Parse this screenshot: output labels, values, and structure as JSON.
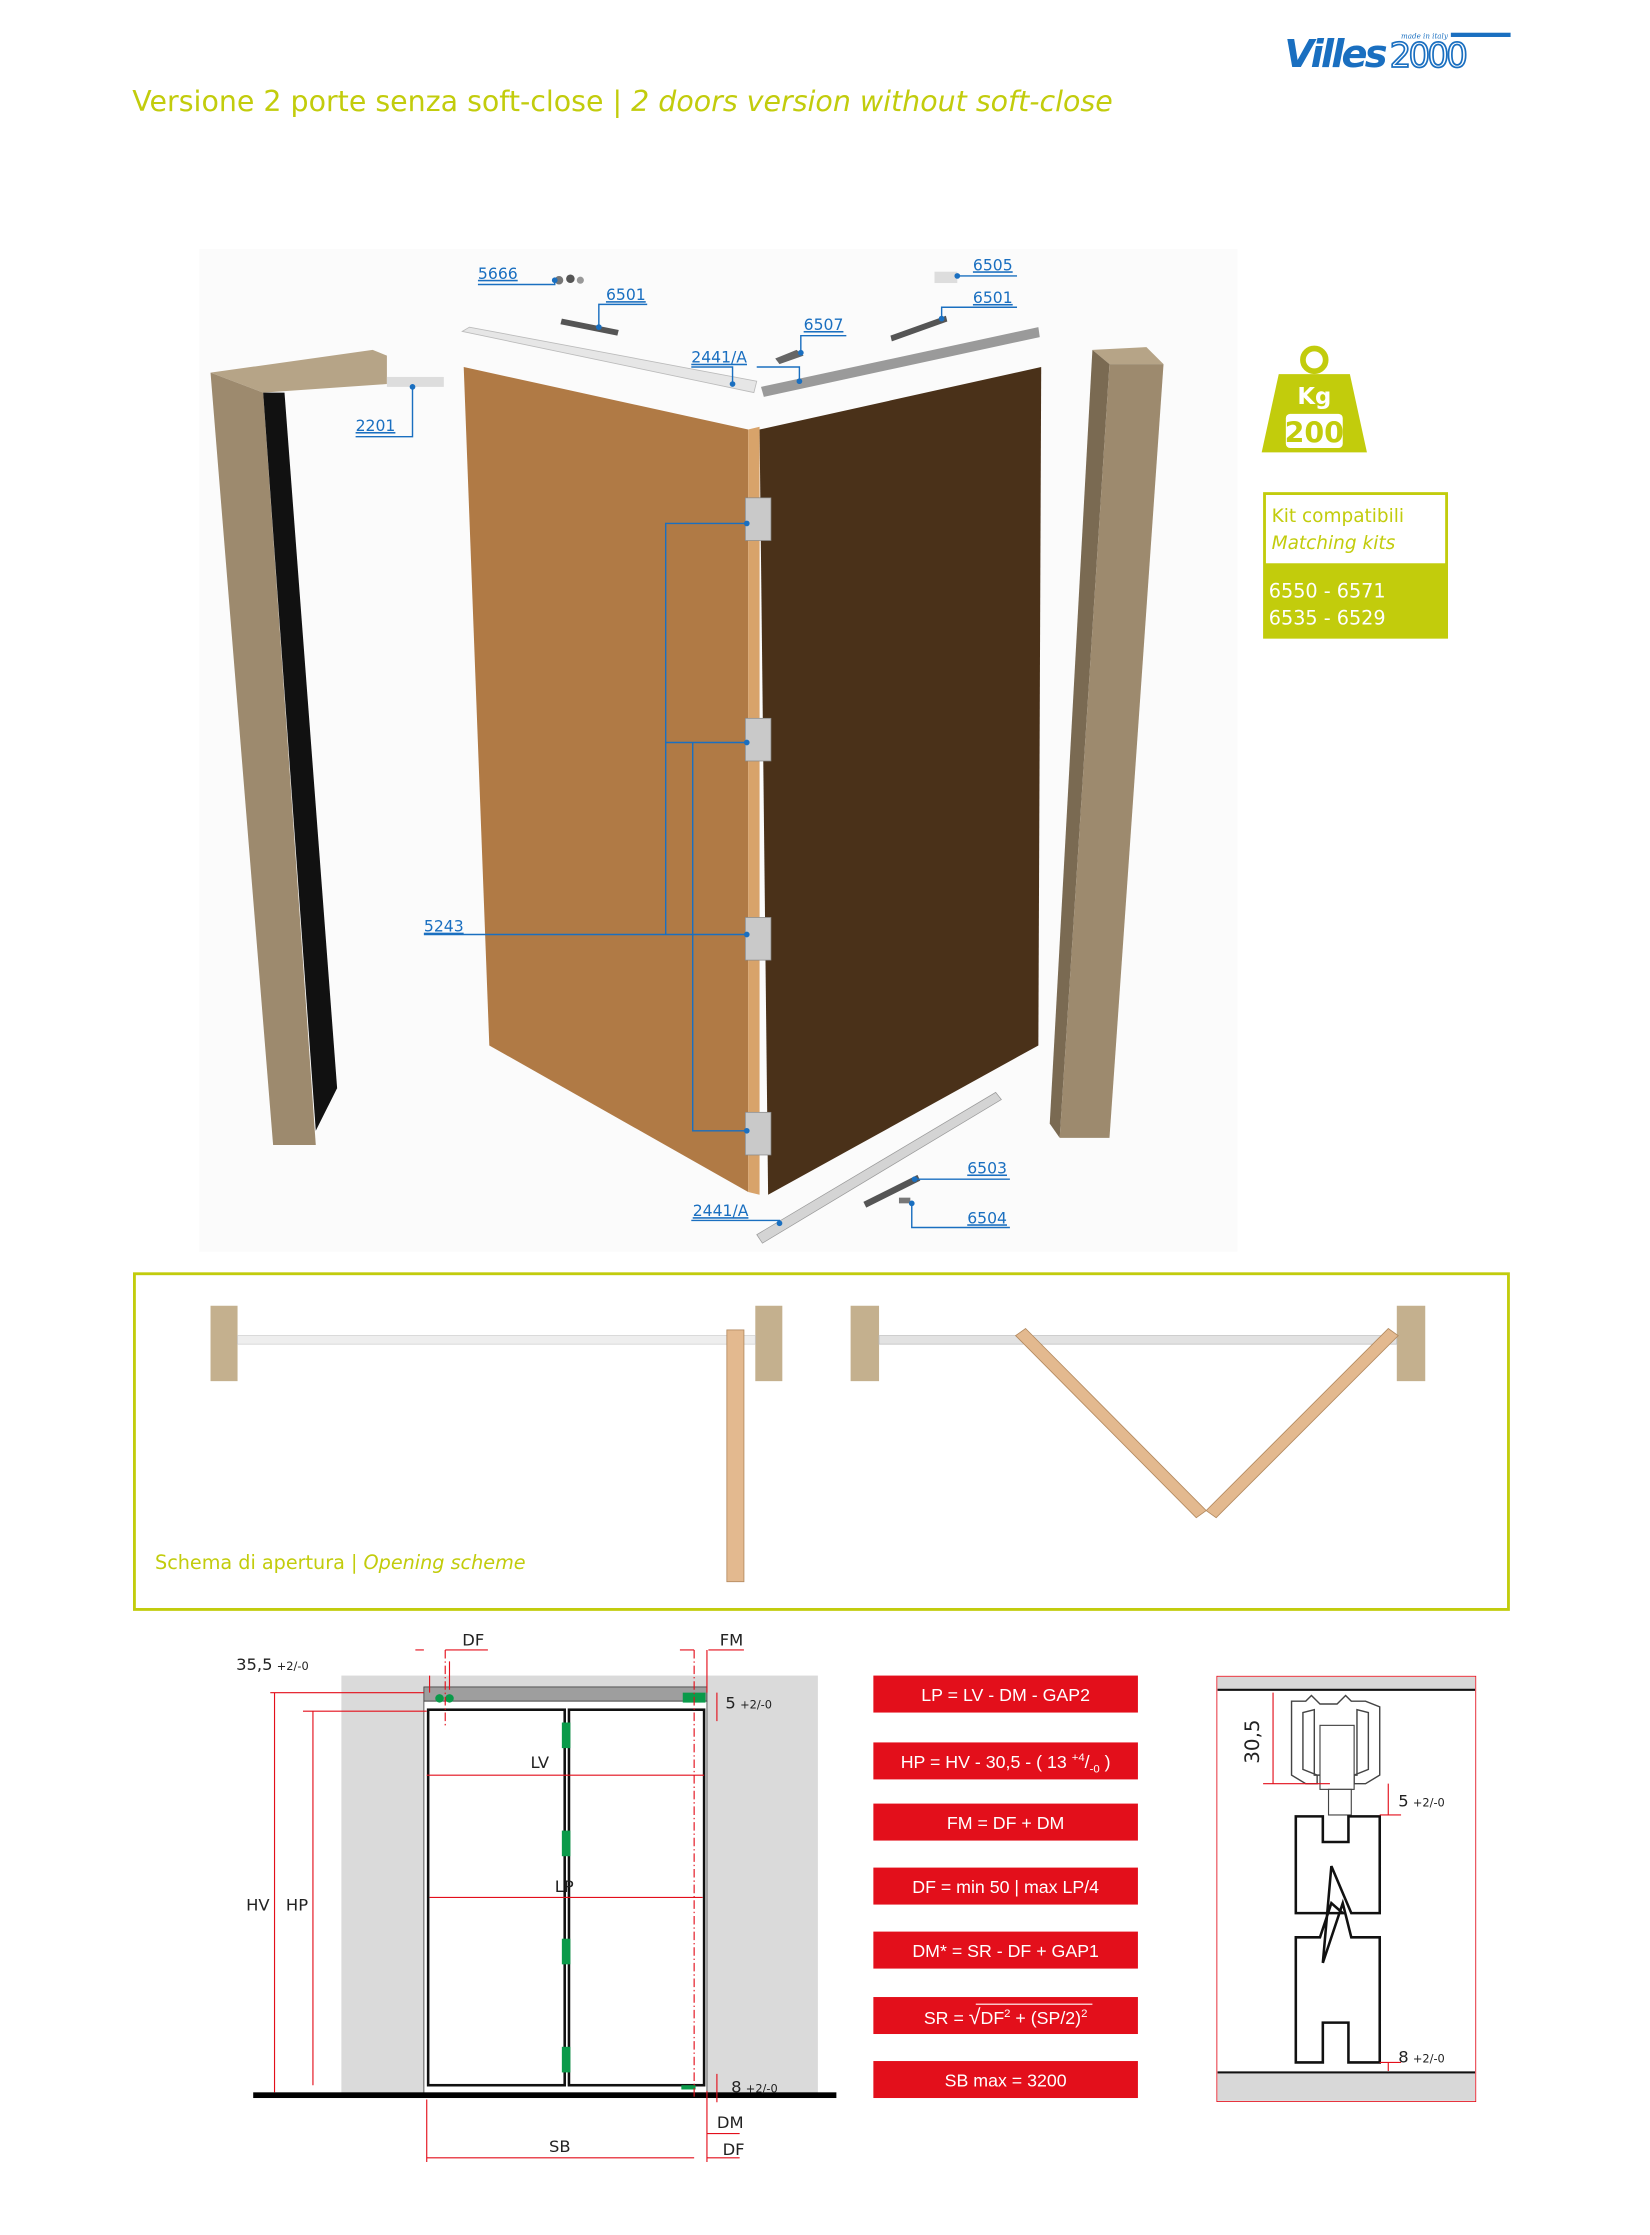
{
  "header": {
    "title_it": "Versione 2 porte senza soft-close",
    "title_sep": " | ",
    "title_en": "2 doors version without soft-close",
    "logo": {
      "brand": "Villes",
      "number": "2000",
      "tagline": "made in italy"
    }
  },
  "colors": {
    "accent": "#c2cc0c",
    "label_blue": "#1a6fc0",
    "formula_red": "#e30f1b",
    "logo_blue": "#1a6fc0"
  },
  "exploded_view": {
    "labels": {
      "l5666": "5666",
      "l6501a": "6501",
      "l6505": "6505",
      "l6501b": "6501",
      "l6507": "6507",
      "l2441a_top": "2441/A",
      "l2201": "2201",
      "l5243": "5243",
      "l6503": "6503",
      "l6504": "6504",
      "l2441a_bottom": "2441/A"
    }
  },
  "weight_badge": {
    "unit": "Kg",
    "value": "200",
    "icon": "weight-icon"
  },
  "kits": {
    "title_it": "Kit compatibili",
    "title_en": "Matching kits",
    "line1": "6550 - 6571",
    "line2": "6535 - 6529"
  },
  "opening_scheme": {
    "label_it": "Schema di apertura",
    "sep": " | ",
    "label_en": "Opening scheme"
  },
  "dimensions": {
    "df_top": "DF",
    "fm": "FM",
    "top_gap": "35,5",
    "top_gap_tol": "+2/-0",
    "rail_gap": "5",
    "rail_gap_tol": "+2/-0",
    "lv": "LV",
    "lp": "LP",
    "hv": "HV",
    "hp": "HP",
    "floor_gap": "8",
    "floor_gap_tol": "+2/-0",
    "dm": "DM",
    "sb": "SB",
    "df_bottom": "DF"
  },
  "formulas": {
    "f1": "LP = LV - DM - GAP2",
    "f2": {
      "main": "HP = HV - 30,5 - ( 13 ",
      "sup": "+4",
      "slash": "/",
      "sub": "-0",
      "end": " )"
    },
    "f3": "FM = DF + DM",
    "f4": "DF = min 50 | max LP/4",
    "f5": "DM* = SR - DF + GAP1",
    "f6": {
      "pre": "SR = ",
      "root": "√",
      "a": "DF",
      "a_exp": "2",
      "b": " + (SP/2)",
      "b_exp": "2"
    },
    "f7": "SB max = 3200"
  },
  "profile": {
    "height": "30,5",
    "top_gap": "5",
    "top_gap_tol": "+2/-0",
    "bottom_gap": "8",
    "bottom_gap_tol": "+2/-0"
  }
}
